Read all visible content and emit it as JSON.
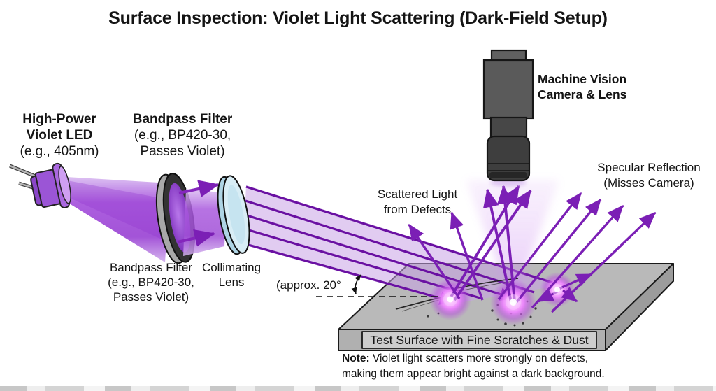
{
  "title": "Surface Inspection: Violet Light Scattering (Dark-Field Setup)",
  "labels": {
    "led": [
      "High-Power",
      "Violet LED",
      "(e.g., 405nm)"
    ],
    "bandpass_top": [
      "Bandpass Filter",
      "(e.g., BP420-30,",
      "Passes Violet)"
    ],
    "bandpass_bottom": [
      "Bandpass Filter",
      "(e.g., BP420-30,",
      "Passes Violet)"
    ],
    "collimating_lens": [
      "Collimating",
      "Lens"
    ],
    "camera": [
      "Machine Vision",
      "Camera & Lens"
    ],
    "scattered": [
      "Scattered Light",
      "from Defects"
    ],
    "specular": [
      "Specular Reflection",
      "(Misses Camera)"
    ],
    "angle": "(approx. 20°",
    "surface": "Test Surface with Fine Scratches & Dust",
    "note": {
      "prefix": "Note:",
      "line1": " Violet light scatters more strongly on defects,",
      "line2": "making them appear bright against a dark background."
    }
  },
  "colors": {
    "beam_violet_dark": "#6a10a2",
    "arrow_violet": "#7b1fb5",
    "beam_band_light": "#c9a2e6",
    "glow_magenta": "#ee82ff",
    "led_purple": "#9b55d6",
    "filter_ring_gray": "#333333",
    "lens_blue": "#d8edf5",
    "camera_gray": "#5a5a5a",
    "surface_gray": "#b9b9b9",
    "text_black": "#141414"
  }
}
